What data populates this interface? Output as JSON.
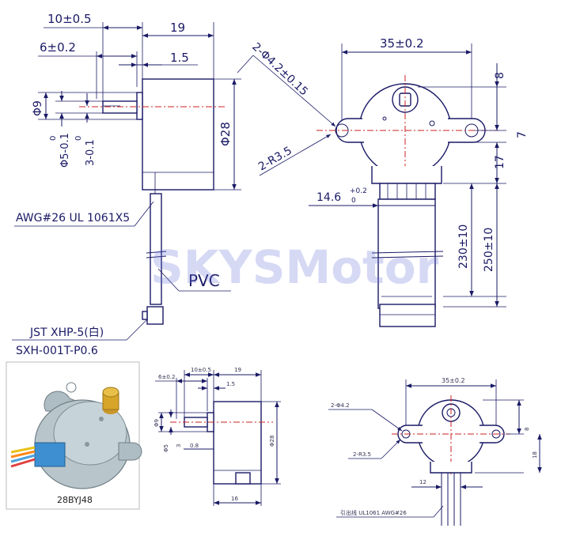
{
  "top_side_view": {
    "dim_shaft_length": "10±0.5",
    "dim_body_depth": "19",
    "dim_flat_length": "6±0.2",
    "dim_boss_height": "1.5",
    "dim_boss_dia": "Φ9",
    "dim_shaft_dia": "Φ5-0.1",
    "dim_shaft_dia_tol": "0",
    "dim_flat_width": "3-0.1",
    "dim_flat_width_tol": "0",
    "dim_body_dia": "Φ28",
    "wire_spec": "AWG#26 UL 1061X5",
    "sleeve_label": "PVC",
    "connector_label": "JST XHP-5(白)",
    "terminal_label": "SXH-001T-P0.6"
  },
  "top_front_view": {
    "dim_mount_holes": "2-Φ4.2±0.15",
    "dim_mount_radius": "2-R3.5",
    "dim_hole_spacing": "35±0.2",
    "dim_shaft_offset": "8",
    "dim_hole_offset": "7",
    "dim_center_to_edge": "17",
    "dim_cable_width": "14.6",
    "dim_cable_width_tol_plus": "+0.2",
    "dim_cable_width_tol_minus": "0",
    "dim_lead_length_1": "230±10",
    "dim_lead_length_2": "250±10"
  },
  "watermark": "SKYSMotor",
  "photo": {
    "model_label": "28BYJ48"
  },
  "bottom_side_view": {
    "dim_shaft_length": "10±0.5",
    "dim_body_depth": "19",
    "dim_flat_length": "6±0.2",
    "dim_boss_height": "1.5",
    "dim_boss_dia": "Φ9",
    "dim_shaft_dia": "Φ5",
    "dim_flat_width": "3",
    "dim_plate": "0.8",
    "dim_body_dia": "Φ28",
    "dim_base": "16"
  },
  "bottom_front_view": {
    "dim_hole_spacing": "35±0.2",
    "dim_mount_holes": "2-Φ4.2",
    "dim_mount_radius": "2-R3.5",
    "dim_shaft_offset": "8",
    "dim_center_to_edge": "18",
    "dim_cable_width": "12",
    "lead_note": "引出线 UL1061 AWG#26"
  },
  "colors": {
    "ink": "#1a1a66",
    "centerline": "#cc2222",
    "motor_body": "#b8c6cc",
    "shaft": "#d7a52a",
    "connector": "#3d8fd1"
  }
}
